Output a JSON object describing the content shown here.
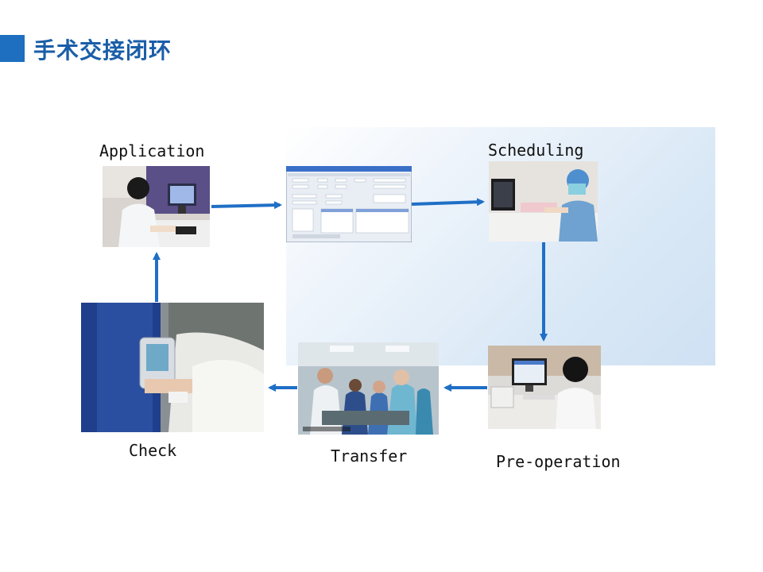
{
  "title": "手术交接闭环",
  "steps": {
    "application": "Application",
    "scheduling": "Scheduling",
    "pre_operation": "Pre-operation",
    "transfer": "Transfer",
    "check": "Check"
  },
  "colors": {
    "accent": "#1e6fbf",
    "arrow": "#1f6fc6"
  }
}
